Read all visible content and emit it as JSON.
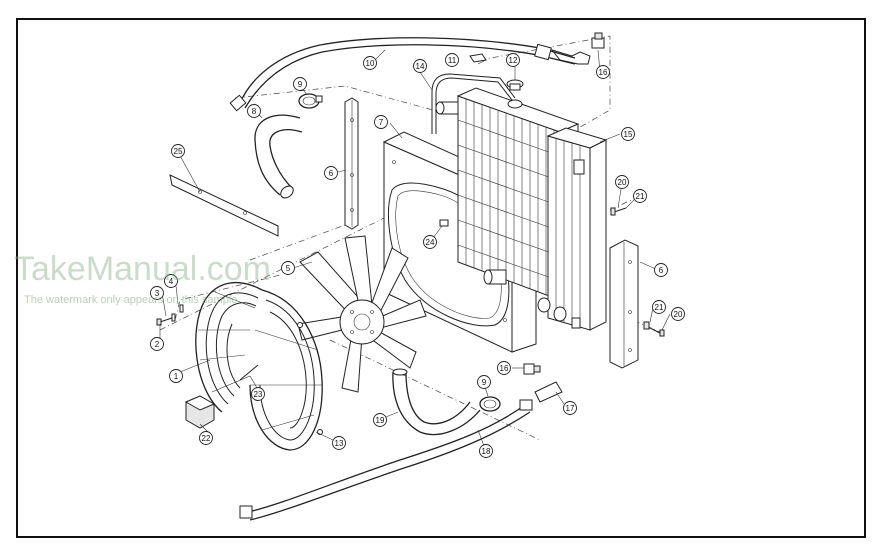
{
  "watermark": {
    "title": "TakeManual.com",
    "subtitle": "The watermark only appears on this sample"
  },
  "callouts": {
    "c1": "1",
    "c2": "2",
    "c3": "3",
    "c4": "4",
    "c5": "5",
    "c6a": "6",
    "c6b": "6",
    "c7": "7",
    "c8": "8",
    "c9a": "9",
    "c9b": "9",
    "c10": "10",
    "c11": "11",
    "c12": "12",
    "c13": "13",
    "c14": "14",
    "c15": "15",
    "c16a": "16",
    "c16b": "16",
    "c17": "17",
    "c18": "18",
    "c19": "19",
    "c20a": "20",
    "c20b": "20",
    "c21a": "21",
    "c21b": "21",
    "c22": "22",
    "c23": "23",
    "c24": "24",
    "c25": "25"
  },
  "colors": {
    "line": "#222222",
    "background": "#ffffff",
    "watermark": "#8caf8c"
  }
}
